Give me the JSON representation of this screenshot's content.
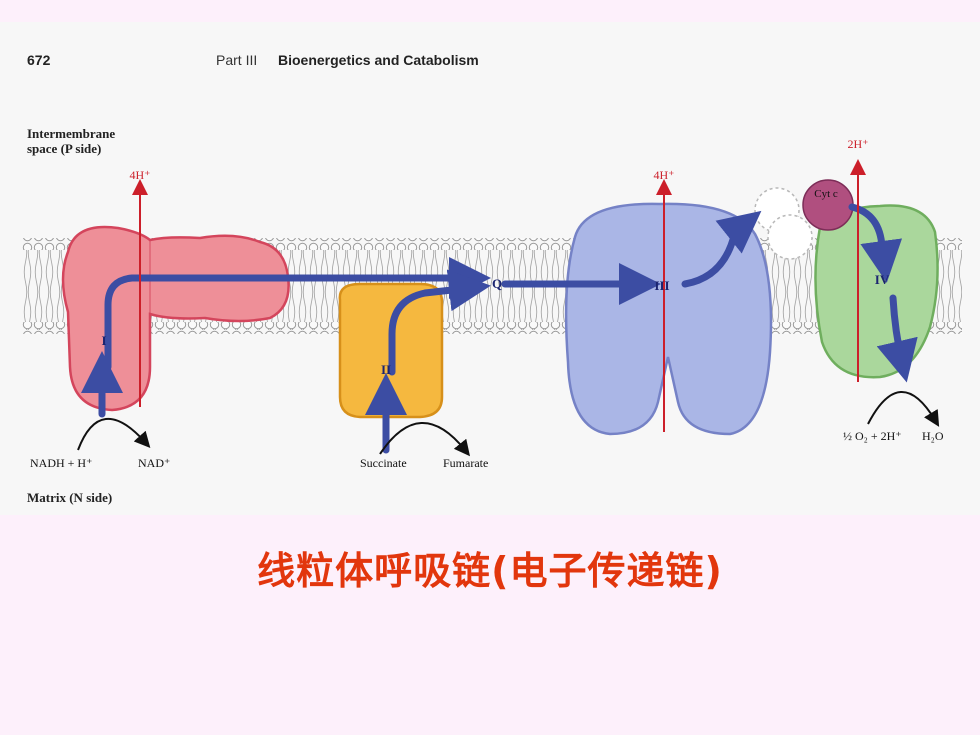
{
  "header": {
    "page_number": "672",
    "part_label": "Part III",
    "part_title": "Bioenergetics and Catabolism"
  },
  "regions": {
    "intermembrane_line1": "Intermembrane",
    "intermembrane_line2": "space (P side)",
    "matrix": "Matrix (N side)"
  },
  "complexes": {
    "I": "I",
    "II": "II",
    "III": "III",
    "IV": "IV",
    "Q": "Q",
    "cytc": "Cyt c"
  },
  "protons": {
    "complex_I": "4H⁺",
    "complex_III": "4H⁺",
    "complex_IV": "2H⁺"
  },
  "substrates": {
    "nadh": "NADH + H⁺",
    "nad": "NAD⁺",
    "succinate": "Succinate",
    "fumarate": "Fumarate",
    "oxygen": "½ O₂ + 2H⁺",
    "water": "H₂O"
  },
  "colors": {
    "complex_I": "#ee8f98",
    "complex_II": "#f5b83f",
    "complex_III": "#aab6e6",
    "complex_IV": "#aad79c",
    "cyt_c": "#b04f7f",
    "electron_arrow": "#3c4da3",
    "proton_line": "#cc1f2a",
    "caption": "#e2360d"
  },
  "caption": "线粒体呼吸链(电子传递链)"
}
